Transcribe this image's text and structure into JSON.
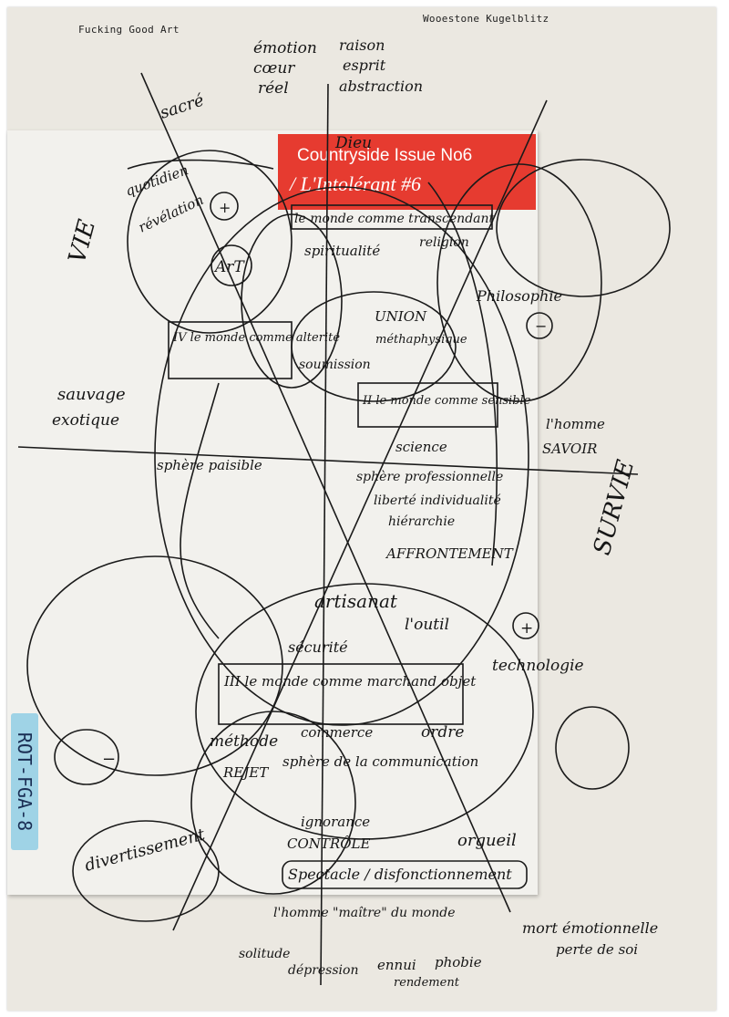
{
  "back_cover": {
    "top_left": "Fucking Good Art",
    "top_right": "Wooestone Kugelblitz"
  },
  "front_cover": {
    "title_line1": "Countryside Issue No6",
    "title_line2": "/ L'Intolérant #6"
  },
  "sticker": {
    "label": "ROT-FGA-8"
  },
  "handwriting": {
    "emotion": "émotion",
    "coeur": "cœur",
    "reel": "réel",
    "raison": "raison",
    "esprit": "esprit",
    "abstraction": "abstraction",
    "sacre": "sacré",
    "dieu": "Dieu",
    "vie": "VIE",
    "survie": "SURVIE",
    "quotidien": "quotidien",
    "revelation": "révélation",
    "art": "ArT",
    "monde_transcendant": "le monde comme transcendant",
    "spiritualite": "spiritualité",
    "religion": "religion",
    "philosophie": "Philosophie",
    "union": "UNION",
    "metaphysique": "méthaphysique",
    "monde_alterite": "IV le monde comme alterité",
    "soumission": "soumission",
    "sauvage": "sauvage",
    "exotique": "exotique",
    "monde_sensible": "II le monde comme sensible",
    "science": "science",
    "savoir": "SAVOIR",
    "homme": "l'homme",
    "sphere_paisible": "sphère paisible",
    "sphere_prof": "sphère professionnelle",
    "liberte": "liberté individualité",
    "hierarchie": "hiérarchie",
    "affrontement": "AFFRONTEMENT",
    "artisanat": "artisanat",
    "outil": "l'outil",
    "securite": "sécurité",
    "monde_marchand": "III le monde comme marchand objet",
    "technologie": "technologie",
    "methode": "méthode",
    "commerce": "commerce",
    "ordre": "ordre",
    "communication": "sphère de la communication",
    "rejet": "REJET",
    "ignorance": "ignorance",
    "controle": "CONTRÔLE",
    "orgueil": "orgueil",
    "divertissement": "divertissement",
    "spectacle": "Spectacle / disfonctionnement",
    "maitre": "l'homme \"maître\" du monde",
    "mort_emotionnelle": "mort émotionnelle",
    "perte": "perte de soi",
    "solitude": "solitude",
    "depression": "dépression",
    "ennui": "ennui",
    "phobie": "phobie",
    "rendement": "rendement",
    "plus": "+",
    "minus": "−"
  },
  "colors": {
    "accent": "#e63b30",
    "sticker": "#9fd3e6",
    "paper": "#ebe8e1",
    "ink": "#161616"
  }
}
